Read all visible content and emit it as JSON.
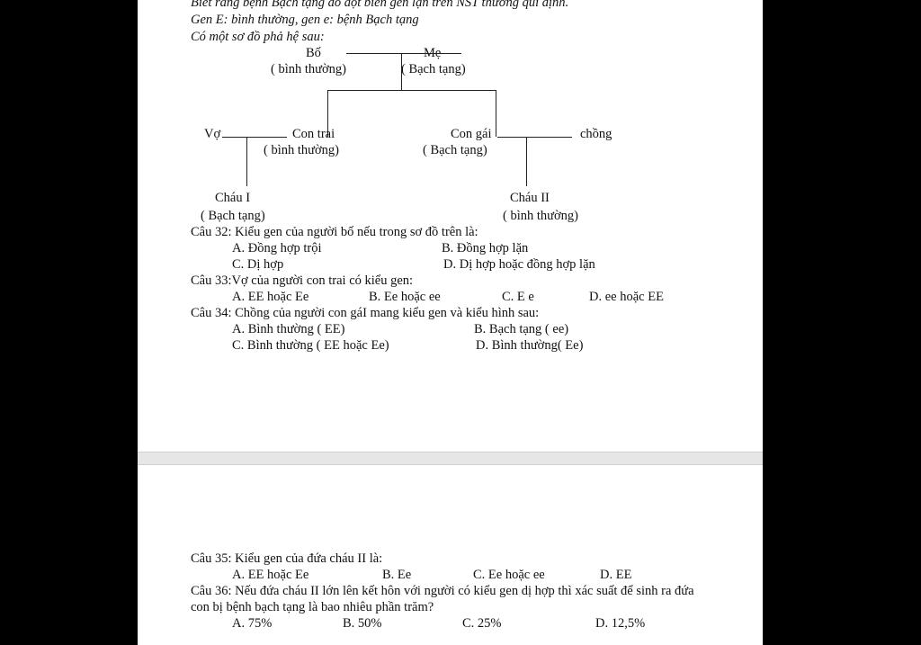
{
  "intro": {
    "line1": "Biết rằng bệnh Bạch tạng do đột biến gen lặn trên NST thường qui định.",
    "line2": "Gen E: bình thường, gen e: bệnh Bạch tạng",
    "line3": "Có một sơ đồ phả hệ sau:"
  },
  "pedigree": {
    "father": {
      "name": "Bố",
      "status": "( bình thường)"
    },
    "mother": {
      "name": "Mẹ",
      "status": "( Bạch tạng)"
    },
    "wife": {
      "name": "Vợ"
    },
    "son": {
      "name": "Con trai",
      "status": "( bình thường)"
    },
    "daughter": {
      "name": "Con gái",
      "status": "( Bạch tạng)"
    },
    "husband": {
      "name": "chồng"
    },
    "grandchild1": {
      "name": "Cháu I",
      "status": "( Bạch tạng)"
    },
    "grandchild2": {
      "name": "Cháu II",
      "status": "( bình thường)"
    }
  },
  "questions": [
    {
      "stem": "Câu 32: Kiểu gen của người bố nếu trong sơ đồ trên là:",
      "options": [
        "A. Đồng hợp trội",
        "B. Đồng hợp lặn",
        "C. Dị hợp",
        "D. Dị hợp hoặc đồng hợp lặn"
      ]
    },
    {
      "stem": "Câu 33:Vợ của người con trai có kiểu gen:",
      "options": [
        "A. EE hoặc Ee",
        "B. Ee hoặc ee",
        "C. E e",
        "D. ee hoặc EE"
      ]
    },
    {
      "stem": "Câu 34: Chồng của người con gáI mang kiểu gen và kiểu hình sau:",
      "options": [
        "A. Bình thường ( EE)",
        "B. Bạch tạng ( ee)",
        "C. Bình thường ( EE hoặc Ee)",
        "D. Bình thường( Ee)"
      ]
    },
    {
      "stem": "Câu 35: Kiểu gen của đứa cháu II là:",
      "options": [
        "A. EE hoặc Ee",
        "B. Ee",
        "C. Ee hoặc ee",
        "D. EE"
      ]
    },
    {
      "stem_line1": "Câu 36: Nếu đứa cháu II lớn lên kết hôn với người có kiểu gen dị hợp thì xác suất để sinh ra đứa",
      "stem_line2": "con bị bệnh bạch tạng là bao nhiêu phần trăm?",
      "options": [
        "A. 75%",
        "B. 50%",
        "C.  25%",
        "D. 12,5%"
      ]
    }
  ]
}
